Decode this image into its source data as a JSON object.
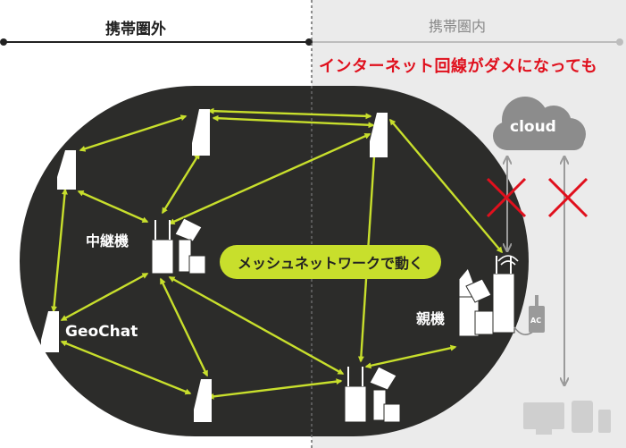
{
  "zones": {
    "outside_label": "携帯圏外",
    "inside_label": "携帯圏内"
  },
  "headline": "インターネット回線がダメになっても",
  "mesh_label": "メッシュネットワークで動く",
  "labels": {
    "relay": "中継機",
    "geochat": "GeoChat",
    "parent": "親機",
    "cloud": "cloud",
    "ac": "AC"
  },
  "colors": {
    "mesh_link": "#c8df2c",
    "warning_red": "#e0101d",
    "blob": "#2c2c2a",
    "inside_zone_bg": "#ebebeb",
    "cloud": "#8c8c8c"
  }
}
